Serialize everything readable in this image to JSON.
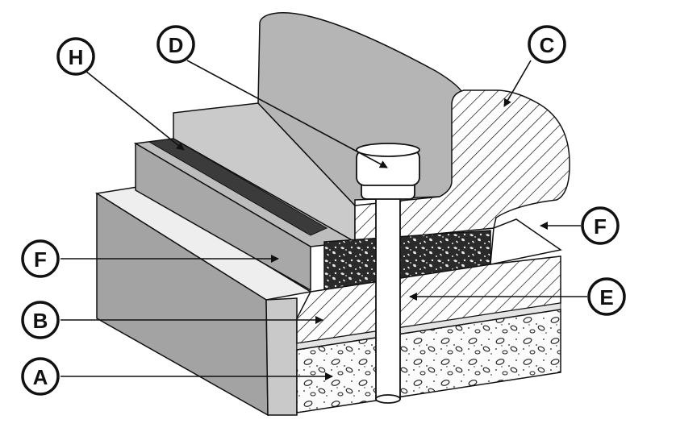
{
  "diagram": {
    "colors": {
      "face_light": "#c4c4c4",
      "face_mid": "#a9a9a9",
      "face_dark": "#8f8f8f",
      "highlight": "#eeeeee",
      "groove": "#3b3b3b",
      "hatch_fill": "#ffffff",
      "ink": "#111111"
    },
    "callouts": [
      {
        "id": "H",
        "label": "H",
        "target": "groove"
      },
      {
        "id": "D",
        "label": "D",
        "target": "anchor-bolt-head"
      },
      {
        "id": "C",
        "label": "C",
        "target": "cap-section"
      },
      {
        "id": "F_left",
        "label": "F",
        "target": "front-ledge"
      },
      {
        "id": "F_right",
        "label": "F",
        "target": "joint-gap"
      },
      {
        "id": "E",
        "label": "E",
        "target": "anchor-pin"
      },
      {
        "id": "B",
        "label": "B",
        "target": "base-section"
      },
      {
        "id": "A",
        "label": "A",
        "target": "foundation-concrete"
      }
    ]
  }
}
